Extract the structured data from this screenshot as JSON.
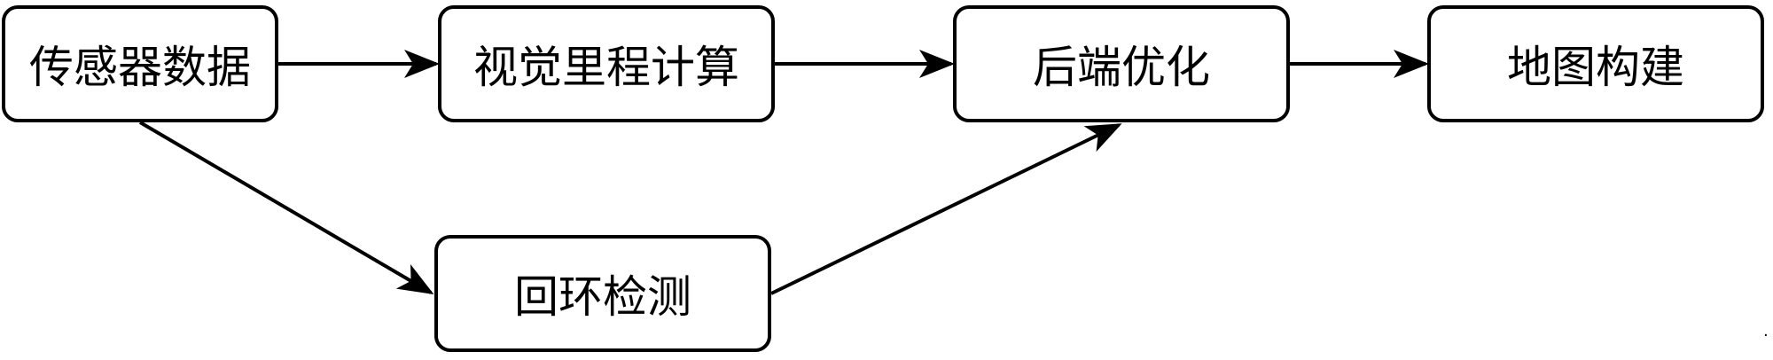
{
  "diagram": {
    "nodes": {
      "sensor_data": "传感器数据",
      "visual_odometry": "视觉里程计算",
      "backend_optimization": "后端优化",
      "map_building": "地图构建",
      "loop_detection": "回环检测"
    },
    "edges": [
      {
        "from": "sensor_data",
        "to": "visual_odometry"
      },
      {
        "from": "visual_odometry",
        "to": "backend_optimization"
      },
      {
        "from": "backend_optimization",
        "to": "map_building"
      },
      {
        "from": "sensor_data",
        "to": "loop_detection"
      },
      {
        "from": "loop_detection",
        "to": "backend_optimization"
      }
    ],
    "colors": {
      "stroke": "#000000",
      "fill": "#ffffff",
      "text": "#000000"
    }
  }
}
